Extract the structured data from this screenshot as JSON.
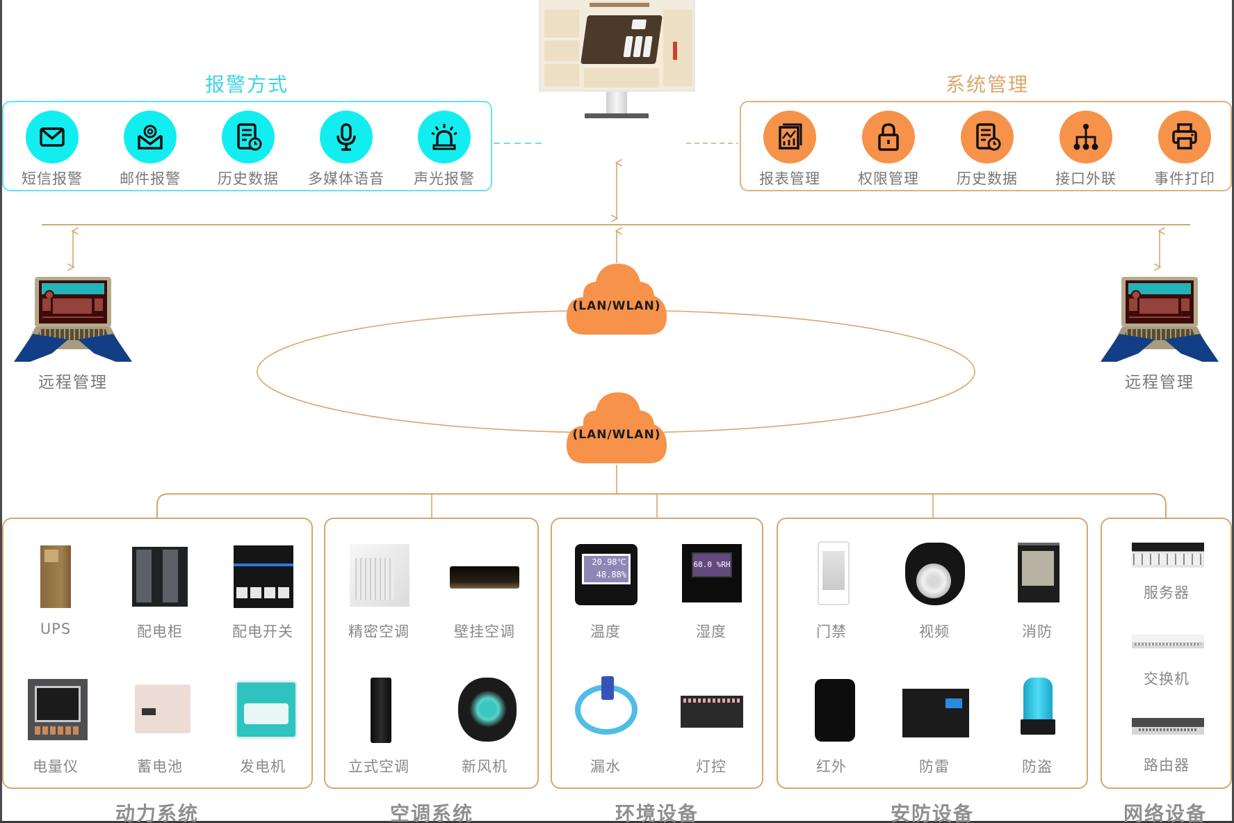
{
  "monitor": {
    "screen": "machine-room-monitoring-dashboard"
  },
  "alarm_methods": {
    "title": "报警方式",
    "color": "#12EEF0",
    "items": [
      {
        "label": "短信报警",
        "icon": "envelope-icon"
      },
      {
        "label": "邮件报警",
        "icon": "email-at-icon"
      },
      {
        "label": "历史数据",
        "icon": "history-document-icon"
      },
      {
        "label": "多媒体语音",
        "icon": "microphone-icon"
      },
      {
        "label": "声光报警",
        "icon": "siren-icon"
      }
    ]
  },
  "system_management": {
    "title": "系统管理",
    "color": "#F7924A",
    "items": [
      {
        "label": "报表管理",
        "icon": "report-chart-icon"
      },
      {
        "label": "权限管理",
        "icon": "lock-icon"
      },
      {
        "label": "历史数据",
        "icon": "history-document-icon"
      },
      {
        "label": "接口外联",
        "icon": "hierarchy-icon"
      },
      {
        "label": "事件打印",
        "icon": "printer-icon"
      }
    ]
  },
  "remote": {
    "left_label": "远程管理",
    "right_label": "远程管理"
  },
  "network": {
    "top_cloud": "(LAN/WLAN)",
    "bottom_cloud": "(LAN/WLAN)"
  },
  "device_groups": [
    {
      "title": "动力系统",
      "items": [
        "UPS",
        "配电柜",
        "配电开关",
        "电量仪",
        "蓄电池",
        "发电机"
      ]
    },
    {
      "title": "空调系统",
      "items": [
        "精密空调",
        "壁挂空调",
        "立式空调",
        "新风机"
      ]
    },
    {
      "title": "环境设备",
      "items": [
        "温度",
        "湿度",
        "漏水",
        "灯控"
      ]
    },
    {
      "title": "安防设备",
      "items": [
        "门禁",
        "视频",
        "消防",
        "红外",
        "防雷",
        "防盗"
      ]
    },
    {
      "title": "网络设备",
      "items": [
        "服务器",
        "交换机",
        "路由器"
      ]
    }
  ],
  "sensor_readouts": {
    "temperature_line1": "20.98℃",
    "temperature_line2": "48.88%",
    "humidity": "68.0 %RH"
  },
  "colors": {
    "line": "#D9A56C",
    "cloud": "#F7924A",
    "alarm_border": "#63E3EF"
  }
}
